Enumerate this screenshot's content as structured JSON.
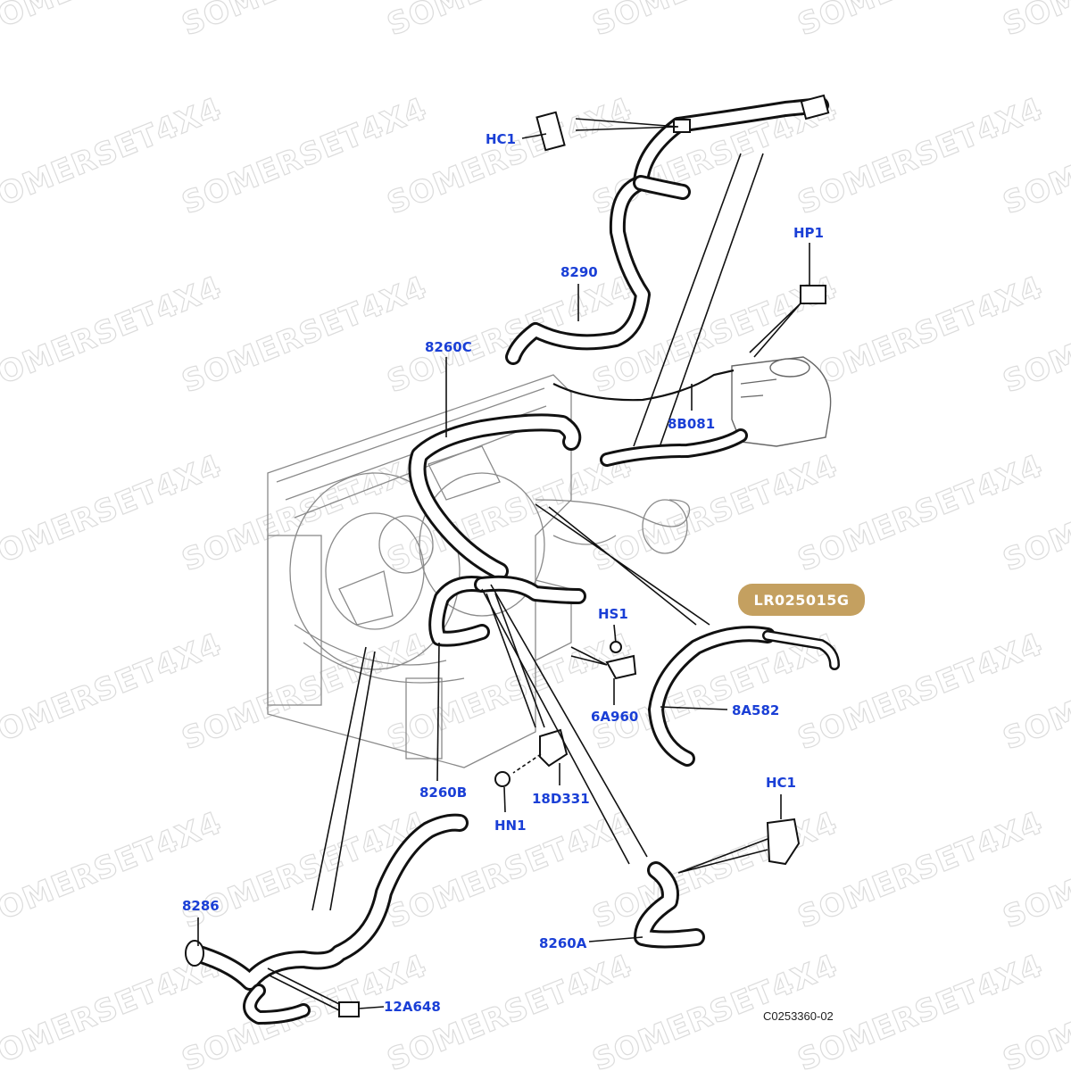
{
  "watermark": {
    "text": "SOMERSET4X4"
  },
  "badge": {
    "text": "LR025015G",
    "color": "#c4a060"
  },
  "reference": {
    "code": "C0253360-02"
  },
  "colors": {
    "callout": "#1a3fd6",
    "line": "#111111"
  },
  "callouts": {
    "hc1_top": "HC1",
    "p8290": "8290",
    "hp1": "HP1",
    "p8260c": "8260C",
    "p8b081": "8B081",
    "hs1": "HS1",
    "p6a960": "6A960",
    "p8a582": "8A582",
    "p8260b": "8260B",
    "p18d331": "18D331",
    "hn1": "HN1",
    "hc1_bottom": "HC1",
    "p8286": "8286",
    "p8260a": "8260A",
    "p12a648": "12A648"
  }
}
